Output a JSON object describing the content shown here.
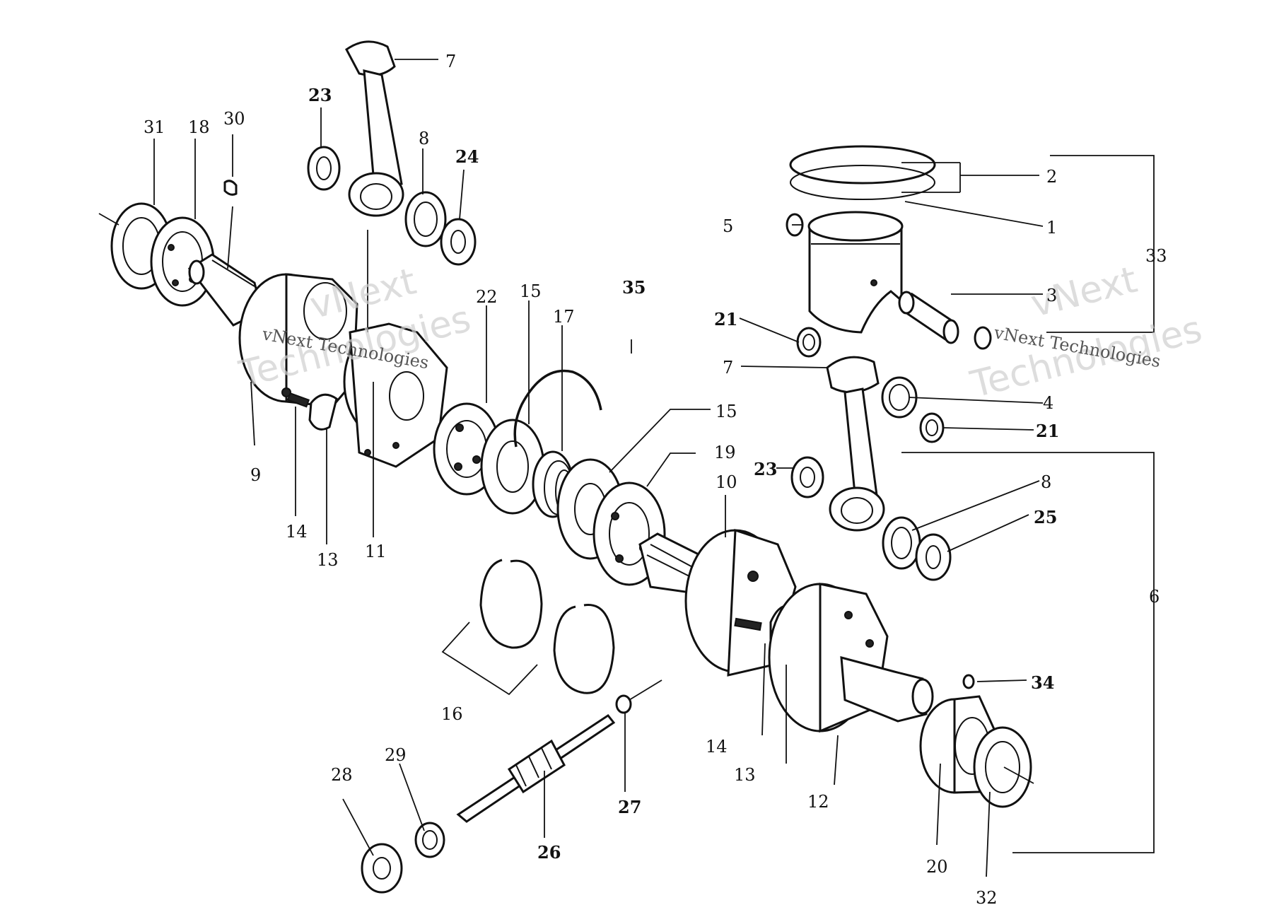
{
  "watermark": {
    "brand": "vNext",
    "line1": "Technologies",
    "caption": "vNext Technologies"
  },
  "labels": {
    "l1": "1",
    "l2": "2",
    "l3": "3",
    "l4": "4",
    "l5": "5",
    "l6": "6",
    "l7a": "7",
    "l7b": "7",
    "l8a": "8",
    "l8b": "8",
    "l9": "9",
    "l10": "10",
    "l11": "11",
    "l12": "12",
    "l13a": "13",
    "l13b": "13",
    "l14a": "14",
    "l14b": "14",
    "l15a": "15",
    "l15b": "15",
    "l16": "16",
    "l17": "17",
    "l18": "18",
    "l19": "19",
    "l20": "20",
    "l21a": "21",
    "l21b": "21",
    "l22": "22",
    "l23a": "23",
    "l23b": "23",
    "l24": "24",
    "l25": "25",
    "l26": "26",
    "l27": "27",
    "l28": "28",
    "l29": "29",
    "l30": "30",
    "l31": "31",
    "l32": "32",
    "l33": "33",
    "l34": "34",
    "l35": "35"
  }
}
